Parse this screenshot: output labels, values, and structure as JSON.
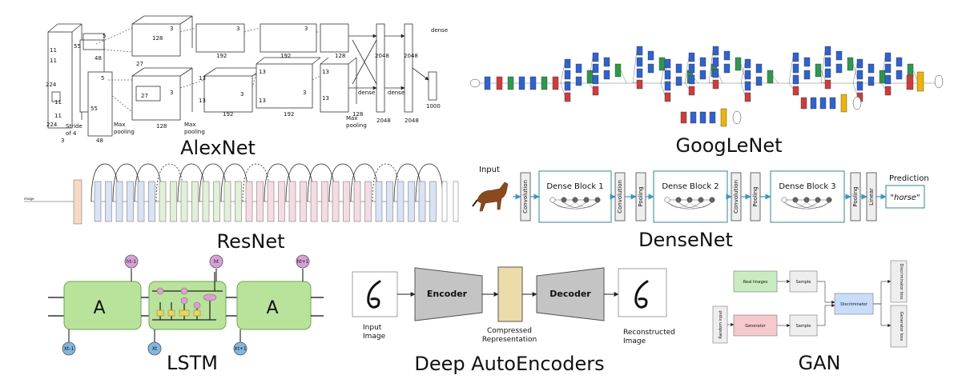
{
  "captions": {
    "alexnet": "AlexNet",
    "googlenet": "GoogLeNet",
    "resnet": "ResNet",
    "densenet": "DenseNet",
    "lstm": "LSTM",
    "autoencoders": "Deep AutoEncoders",
    "gan": "GAN"
  },
  "alexnet": {
    "labels": [
      "11",
      "11",
      "224",
      "11",
      "11",
      "224",
      "Stride\nof 4",
      "3",
      "5",
      "5",
      "48",
      "55",
      "55",
      "48",
      "Max\npooling",
      "27",
      "27",
      "128",
      "128",
      "Max\npooling",
      "3",
      "3",
      "192",
      "13",
      "13",
      "192",
      "3",
      "3",
      "192",
      "13",
      "13",
      "192",
      "3",
      "3",
      "128",
      "13",
      "13",
      "128",
      "Max\npooling",
      "2048",
      "2048",
      "dense",
      "dense",
      "dense",
      "2048",
      "2048",
      "1000"
    ]
  },
  "densenet": {
    "input_label": "Input",
    "blocks": [
      "Dense Block 1",
      "Dense Block 2",
      "Dense Block 3"
    ],
    "layers": [
      "Convolution",
      "Convolution",
      "Pooling",
      "Convolution",
      "Pooling",
      "Pooling",
      "Linear"
    ],
    "prediction_label": "Prediction",
    "prediction_value": "\"horse\""
  },
  "lstm": {
    "cell_label": "A",
    "h_labels": [
      "ht-1",
      "ht",
      "ht+1"
    ],
    "x_labels": [
      "Xt-1",
      "Xt",
      "Xt+1"
    ]
  },
  "autoencoder": {
    "input_label": "Input\nImage",
    "encoder": "Encoder",
    "decoder": "Decoder",
    "code_label": "Compressed\nRepresentation",
    "output_label": "Reconstructed\nImage"
  },
  "gan": {
    "real_images": "Real Images",
    "generator": "Generator",
    "sample": "Sample",
    "random_input": "Random input",
    "discriminator": "Discriminator",
    "disc_loss": "Discriminator loss",
    "gen_loss": "Generator loss"
  },
  "colors": {
    "caption": "#111111",
    "densenet_border": "#2e8b8b",
    "arrow": "#3399cc",
    "lstm_green": "#b9e39a",
    "lstm_blue": "#7fb8e0",
    "lstm_pink": "#d9a0d8",
    "gan_green": "#c8ecc0",
    "gan_pink": "#f6c9cc",
    "gan_blue": "#c8ddfa",
    "code_yellow": "#ecdcaa",
    "encoder_grey": "#c4c4c4"
  }
}
